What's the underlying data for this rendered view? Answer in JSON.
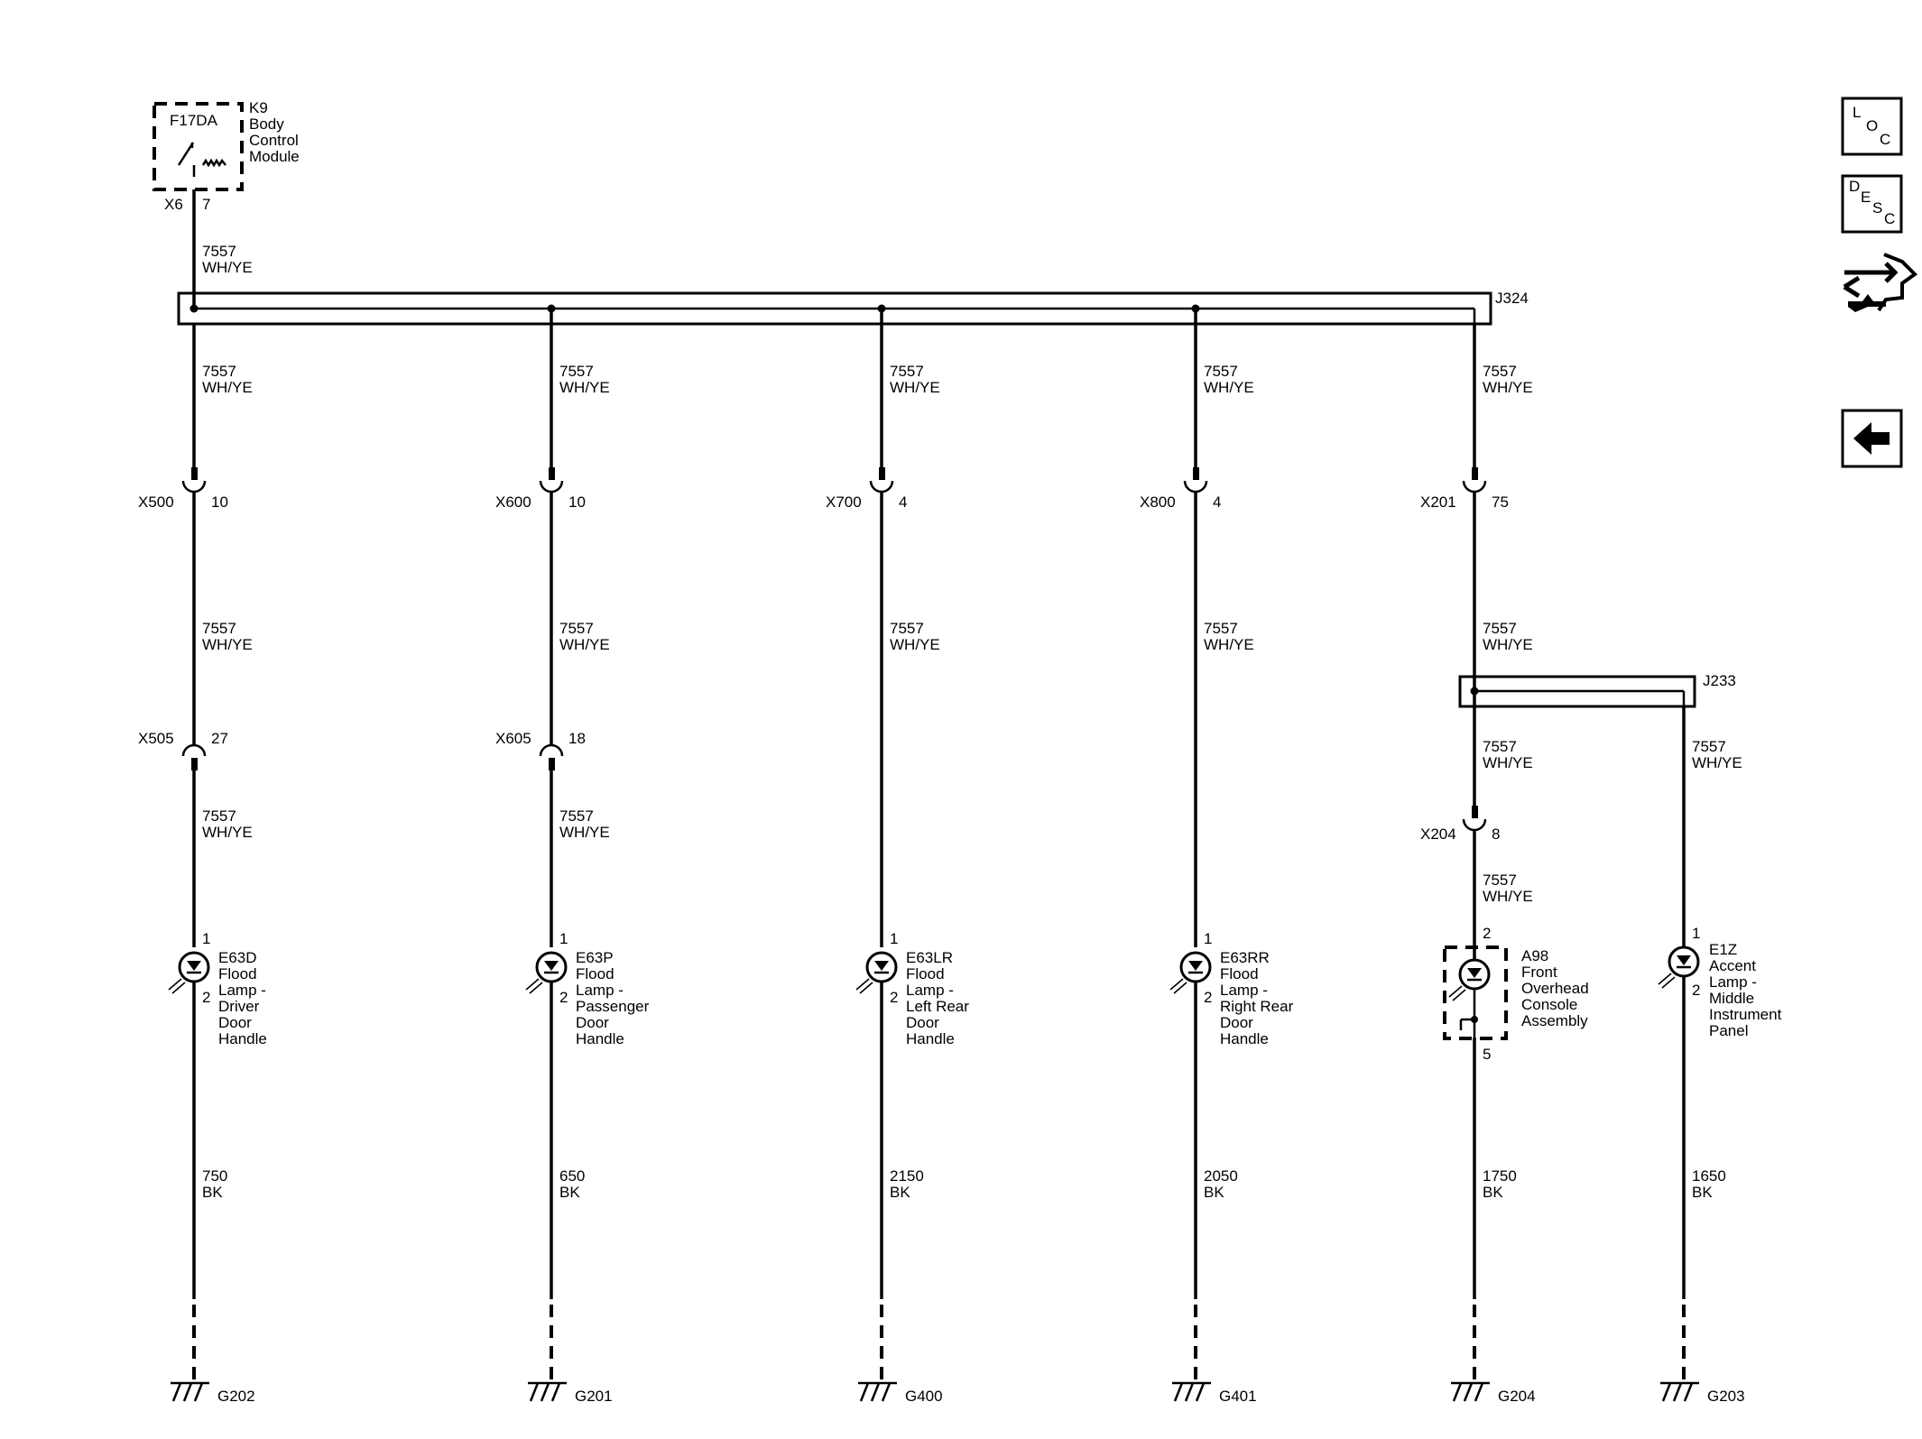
{
  "module": {
    "id": "K9",
    "name_lines": [
      "Body",
      "Control",
      "Module"
    ],
    "fuse": "F17DA",
    "connector": "X6",
    "pin": "7"
  },
  "top_wire": {
    "circuit": "7557",
    "color": "WH/YE"
  },
  "splices": {
    "main": "J324",
    "secondary": "J233"
  },
  "branches": [
    {
      "id": "driver",
      "wire1": {
        "circuit": "7557",
        "color": "WH/YE"
      },
      "conn1": {
        "id": "X500",
        "pin": "10"
      },
      "wire2": {
        "circuit": "7557",
        "color": "WH/YE"
      },
      "conn2": {
        "id": "X505",
        "pin": "27"
      },
      "wire3": {
        "circuit": "7557",
        "color": "WH/YE"
      },
      "lamp": {
        "id": "E63D",
        "pin_top": "1",
        "pin_bottom": "2",
        "desc_lines": [
          "Flood",
          "Lamp -",
          "Driver",
          "Door",
          "Handle"
        ]
      },
      "ground_wire": {
        "circuit": "750",
        "color": "BK"
      },
      "ground": "G202"
    },
    {
      "id": "passenger",
      "wire1": {
        "circuit": "7557",
        "color": "WH/YE"
      },
      "conn1": {
        "id": "X600",
        "pin": "10"
      },
      "wire2": {
        "circuit": "7557",
        "color": "WH/YE"
      },
      "conn2": {
        "id": "X605",
        "pin": "18"
      },
      "wire3": {
        "circuit": "7557",
        "color": "WH/YE"
      },
      "lamp": {
        "id": "E63P",
        "pin_top": "1",
        "pin_bottom": "2",
        "desc_lines": [
          "Flood",
          "Lamp -",
          "Passenger",
          "Door",
          "Handle"
        ]
      },
      "ground_wire": {
        "circuit": "650",
        "color": "BK"
      },
      "ground": "G201"
    },
    {
      "id": "left-rear",
      "wire1": {
        "circuit": "7557",
        "color": "WH/YE"
      },
      "conn1": {
        "id": "X700",
        "pin": "4"
      },
      "wire2": {
        "circuit": "7557",
        "color": "WH/YE"
      },
      "lamp": {
        "id": "E63LR",
        "pin_top": "1",
        "pin_bottom": "2",
        "desc_lines": [
          "Flood",
          "Lamp -",
          "Left Rear",
          "Door",
          "Handle"
        ]
      },
      "ground_wire": {
        "circuit": "2150",
        "color": "BK"
      },
      "ground": "G400"
    },
    {
      "id": "right-rear",
      "wire1": {
        "circuit": "7557",
        "color": "WH/YE"
      },
      "conn1": {
        "id": "X800",
        "pin": "4"
      },
      "wire2": {
        "circuit": "7557",
        "color": "WH/YE"
      },
      "lamp": {
        "id": "E63RR",
        "pin_top": "1",
        "pin_bottom": "2",
        "desc_lines": [
          "Flood",
          "Lamp -",
          "Right Rear",
          "Door",
          "Handle"
        ]
      },
      "ground_wire": {
        "circuit": "2050",
        "color": "BK"
      },
      "ground": "G401"
    },
    {
      "id": "console",
      "wire1": {
        "circuit": "7557",
        "color": "WH/YE"
      },
      "conn1": {
        "id": "X201",
        "pin": "75"
      },
      "wire2": {
        "circuit": "7557",
        "color": "WH/YE"
      },
      "wire3": {
        "circuit": "7557",
        "color": "WH/YE"
      },
      "conn3": {
        "id": "X204",
        "pin": "8"
      },
      "wire4": {
        "circuit": "7557",
        "color": "WH/YE"
      },
      "lamp": {
        "id": "A98",
        "pin_top": "2",
        "pin_bottom": "5",
        "desc_lines": [
          "Front",
          "Overhead",
          "Console",
          "Assembly"
        ]
      },
      "ground_wire": {
        "circuit": "1750",
        "color": "BK"
      },
      "ground": "G204"
    },
    {
      "id": "accent",
      "wire1": {
        "circuit": "7557",
        "color": "WH/YE"
      },
      "lamp": {
        "id": "E1Z",
        "pin_top": "1",
        "pin_bottom": "2",
        "desc_lines": [
          "Accent",
          "Lamp -",
          "Middle",
          "Instrument",
          "Panel"
        ]
      },
      "ground_wire": {
        "circuit": "1650",
        "color": "BK"
      },
      "ground": "G203"
    }
  ],
  "nav": {
    "loc": [
      "L",
      "O",
      "C"
    ],
    "desc": [
      "D",
      "E",
      "S",
      "C"
    ],
    "swap_icon": "connector-swap-icon",
    "back_icon": "back-arrow-icon"
  }
}
